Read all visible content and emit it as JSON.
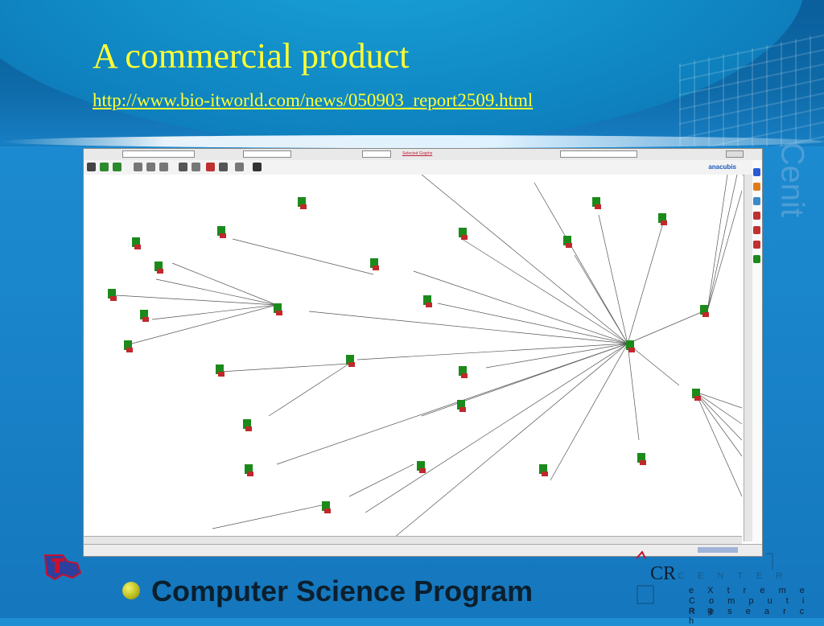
{
  "slide": {
    "title": "A commercial product",
    "url": "http://www.bio-itworld.com/news/050903_report2509.html",
    "side_text": "Cenit",
    "footer": "Computer Science Program",
    "cxc": {
      "big": "CR",
      "words": [
        "e X t r e m e",
        "C o m p u t i n g",
        "R e s e a r c h"
      ],
      "faint": "C E N T E R"
    }
  },
  "screenshot": {
    "search_link": "Selected Graphs",
    "brand": "anacubis"
  }
}
